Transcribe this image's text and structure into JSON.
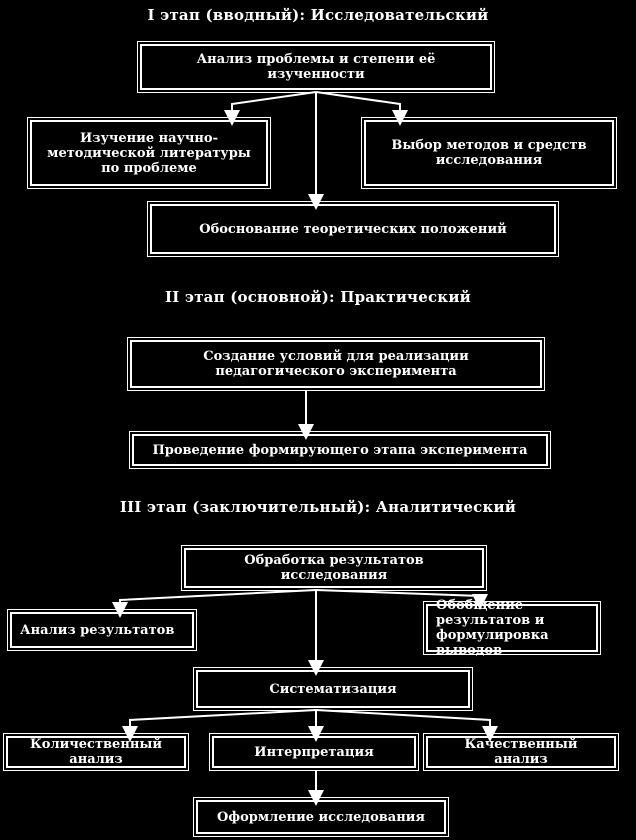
{
  "diagram": {
    "stages": [
      {
        "title": "I этап (вводный): Исследовательский",
        "boxes": [
          "Анализ проблемы и степени её изученности",
          "Изучение научно-методической литературы по проблеме",
          "Выбор методов и средств исследования",
          "Обоснование теоретических положений"
        ]
      },
      {
        "title": "II этап (основной): Практический",
        "boxes": [
          "Создание условий для реализации педагогического эксперимента",
          "Проведение формирующего этапа эксперимента"
        ]
      },
      {
        "title": "III этап (заключительный): Аналитический",
        "boxes": [
          "Обработка результатов исследования",
          "Анализ результатов",
          "Обобщение результатов и формулировка выводов",
          "Систематизация",
          "Количественный анализ",
          "Интерпретация",
          "Качественный анализ",
          "Оформление исследования"
        ]
      }
    ],
    "colors": {
      "background": "#000000",
      "foreground": "#ffffff"
    }
  }
}
